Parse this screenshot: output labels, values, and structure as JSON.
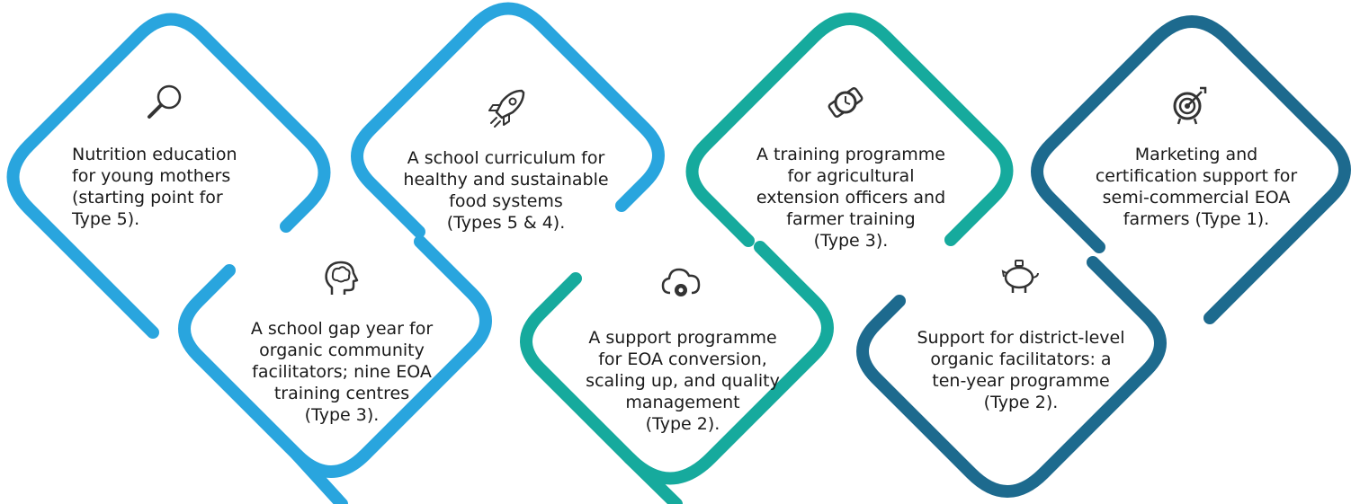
{
  "colors": {
    "light_blue": "#29a5de",
    "teal": "#16aa9d",
    "dark_blue": "#1d6a8e",
    "icon": "#333333",
    "text": "#1a1a1a"
  },
  "items": [
    {
      "text_lines": [
        "Nutrition education",
        "for young mothers",
        "(starting point for",
        "Type 5)."
      ],
      "icon": "magnifier-icon",
      "color": "light_blue"
    },
    {
      "text_lines": [
        "A school gap year for",
        "organic community",
        "facilitators; nine EOA",
        "training centres",
        "(Type 3)."
      ],
      "icon": "brain-head-icon",
      "color": "light_blue"
    },
    {
      "text_lines": [
        "A school curriculum for",
        "healthy and sustainable",
        "food systems",
        "(Types 5 & 4)."
      ],
      "icon": "rocket-icon",
      "color": "light_blue"
    },
    {
      "text_lines": [
        "A support programme",
        "for EOA conversion,",
        "scaling up, and quality",
        "management",
        "(Type 2)."
      ],
      "icon": "cloud-gear-icon",
      "color": "teal"
    },
    {
      "text_lines": [
        "A training programme",
        "for agricultural",
        "extension officers and",
        "farmer training",
        "(Type 3)."
      ],
      "icon": "watch-icon",
      "color": "teal"
    },
    {
      "text_lines": [
        "Support for district-level",
        "organic facilitators: a",
        "ten-year programme",
        "(Type 2)."
      ],
      "icon": "piggy-bank-icon",
      "color": "dark_blue"
    },
    {
      "text_lines": [
        "Marketing and",
        "certification support for",
        "semi-commercial EOA",
        "farmers (Type 1)."
      ],
      "icon": "target-icon",
      "color": "dark_blue"
    }
  ]
}
